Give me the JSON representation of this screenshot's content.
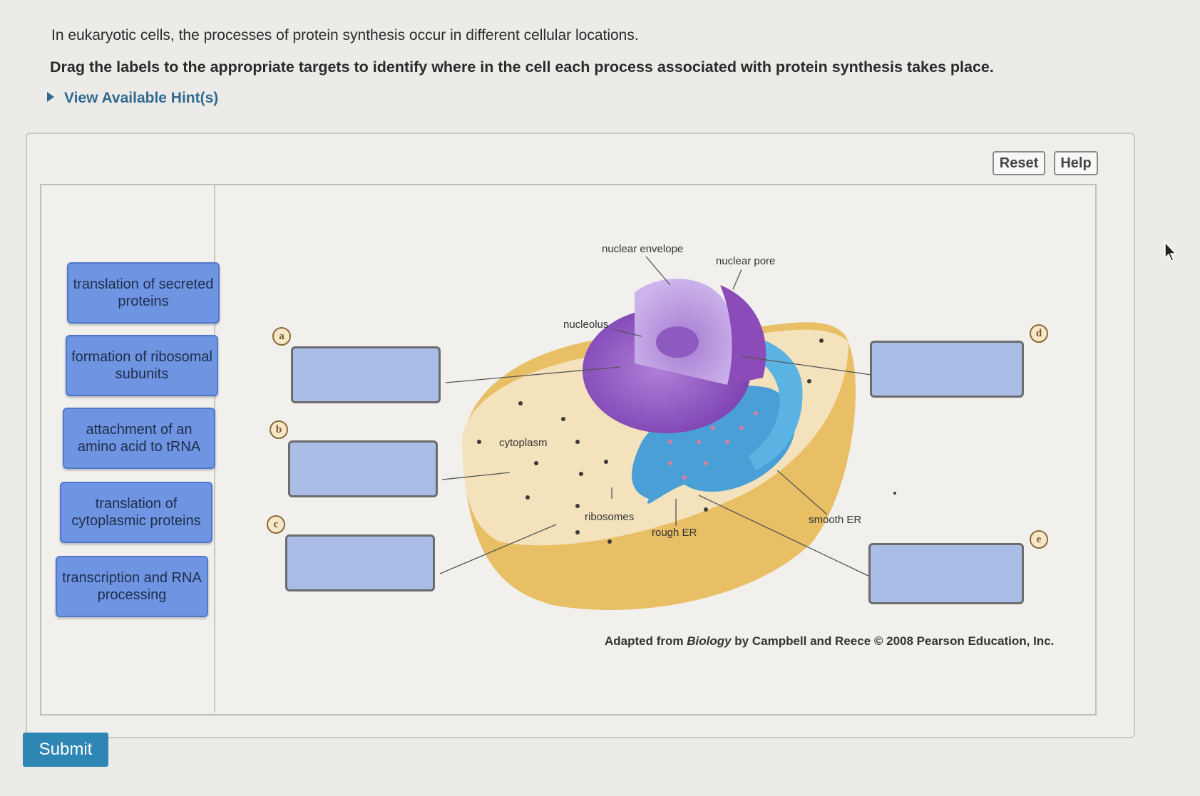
{
  "intro_text": "In eukaryotic cells, the processes of protein synthesis occur in different cellular locations.",
  "instruction_text": "Drag the labels to the appropriate targets to identify where in the cell each process associated with protein synthesis takes place.",
  "hint_link": "View Available Hint(s)",
  "toolbar": {
    "reset_label": "Reset",
    "help_label": "Help"
  },
  "labels": [
    "translation of secreted proteins",
    "formation of ribosomal subunits",
    "attachment of an amino acid to tRNA",
    "translation of cytoplasmic proteins",
    "transcription and RNA processing"
  ],
  "targets": [
    "a",
    "b",
    "c",
    "d",
    "e"
  ],
  "diagram_labels": {
    "nuclear_envelope": "nuclear envelope",
    "nuclear_pore": "nuclear pore",
    "nucleolus": "nucleolus",
    "cytoplasm": "cytoplasm",
    "ribosomes": "ribosomes",
    "rough_er": "rough ER",
    "smooth_er": "smooth ER"
  },
  "credit": {
    "prefix": "Adapted from ",
    "book": "Biology",
    "suffix": " by Campbell and Reece © 2008 Pearson Education, Inc."
  },
  "submit_label": "Submit",
  "colors": {
    "label_fill": "#6f95e2",
    "target_fill": "#a9bde6",
    "submit": "#2d86b3",
    "link": "#2f6a8f"
  }
}
